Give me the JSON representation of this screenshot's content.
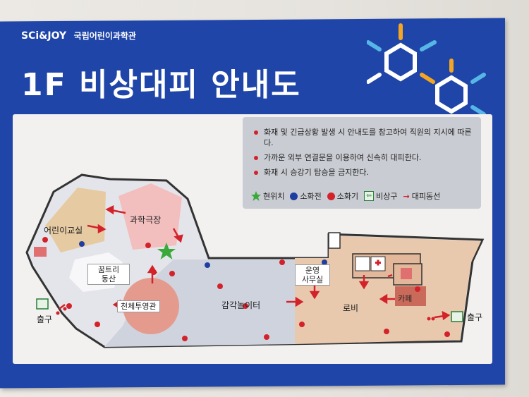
{
  "header": {
    "brand": "SCi&JOY",
    "org": "국립어린이과학관",
    "title": "1F 비상대피 안내도"
  },
  "rules": [
    "화재 및 긴급상황 발생 시 안내도를 참고하여 직원의 지시에 따른다.",
    "가까운 외부 연결문을 이용하여 신속히 대피한다.",
    "화재 시 승강기 탑승을 금지한다."
  ],
  "legend": {
    "current": "현위치",
    "panel": "소화전",
    "extinguisher": "소화기",
    "exit": "비상구",
    "route": "대피동선"
  },
  "rooms": {
    "classroom": "어린이교실",
    "theater": "과학극장",
    "dream_tree": "꿈트리\n동산",
    "planetarium": "천체투영관",
    "sensory": "감각놀이터",
    "office": "운영\n사무실",
    "lobby": "로비",
    "cafe": "카페",
    "exit_left": "출구",
    "exit_right": "출구"
  },
  "colors": {
    "sign_blue": "#1f45a8",
    "route_red": "#d3222a",
    "star_green": "#3aa93a",
    "panel_blue": "#1f3fa0"
  }
}
